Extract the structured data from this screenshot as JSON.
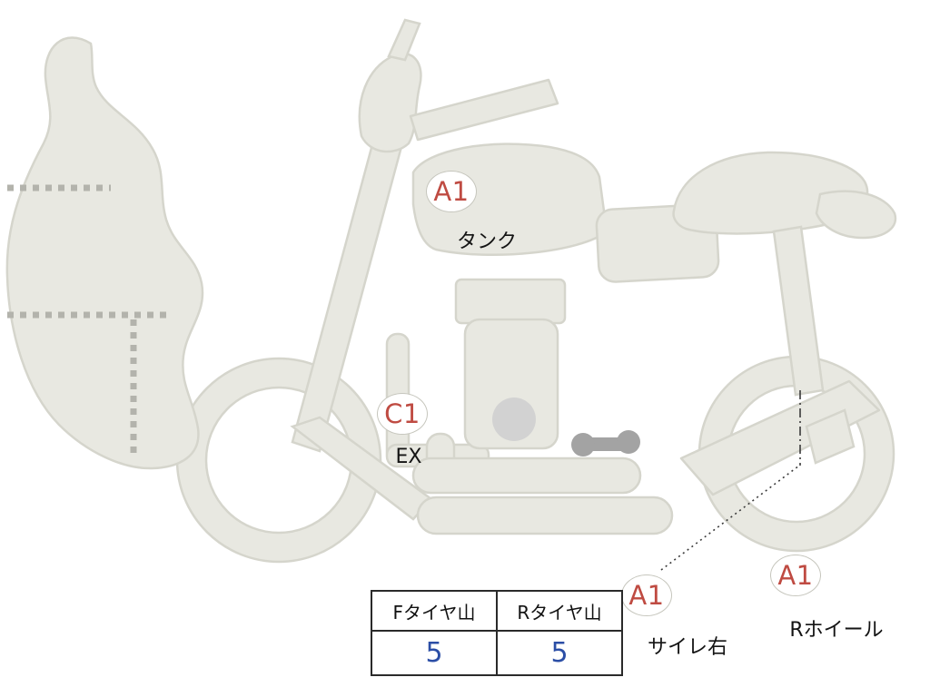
{
  "theme": {
    "marker_color": "#bf4b42",
    "value_color": "#2b4ea6",
    "body_fill": "#e8e8e1",
    "body_stroke": "#d5d5cc"
  },
  "diagram": {
    "title": "motorcycle-inspection-diagram",
    "markers": [
      {
        "id": "tank",
        "code": "A1",
        "label": "タンク"
      },
      {
        "id": "exhaust",
        "code": "C1",
        "label": "EX"
      },
      {
        "id": "silencer-right",
        "code": "A1",
        "label": "サイレ右"
      },
      {
        "id": "rear-wheel",
        "code": "A1",
        "label": "Rホイール"
      }
    ]
  },
  "tire_table": {
    "headers": [
      "Fタイヤ山",
      "Rタイヤ山"
    ],
    "values": [
      "5",
      "5"
    ]
  }
}
